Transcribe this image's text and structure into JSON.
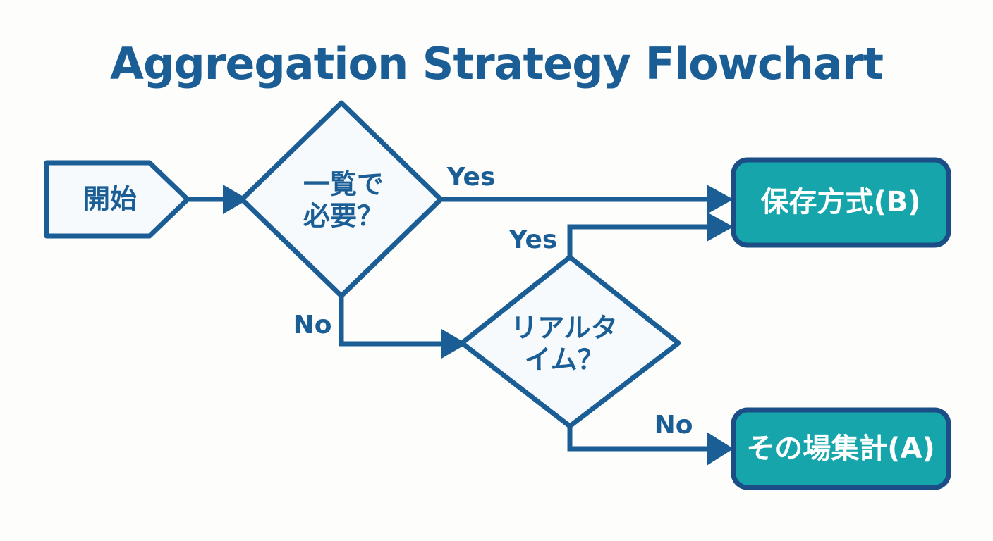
{
  "page": {
    "title": "Aggregation Strategy Flowchart",
    "background_color": "#fdfdfb"
  },
  "colors": {
    "primary_blue": "#1b5e96",
    "result_teal": "#16a5ab",
    "result_border": "#1b4d87",
    "node_fill": "#f7fafc",
    "text_on_teal": "#ffffff"
  },
  "nodes": {
    "start": {
      "label": "開始",
      "shape": "pentagon-arrow",
      "type": "start"
    },
    "decision1": {
      "label_line1": "一覧で",
      "label_line2": "必要？",
      "shape": "diamond",
      "type": "decision"
    },
    "decision2": {
      "label_line1": "リアルタ",
      "label_line2": "イム？",
      "shape": "diamond",
      "type": "decision"
    },
    "result_b": {
      "label": "保存方式(B)",
      "shape": "rounded-rect",
      "type": "result"
    },
    "result_a": {
      "label": "その場集計(A)",
      "shape": "rounded-rect",
      "type": "result"
    }
  },
  "edges": {
    "start_to_decision1": {
      "label": ""
    },
    "decision1_yes": {
      "label": "Yes"
    },
    "decision1_no": {
      "label": "No"
    },
    "decision2_yes": {
      "label": "Yes"
    },
    "decision2_no": {
      "label": "No"
    }
  }
}
